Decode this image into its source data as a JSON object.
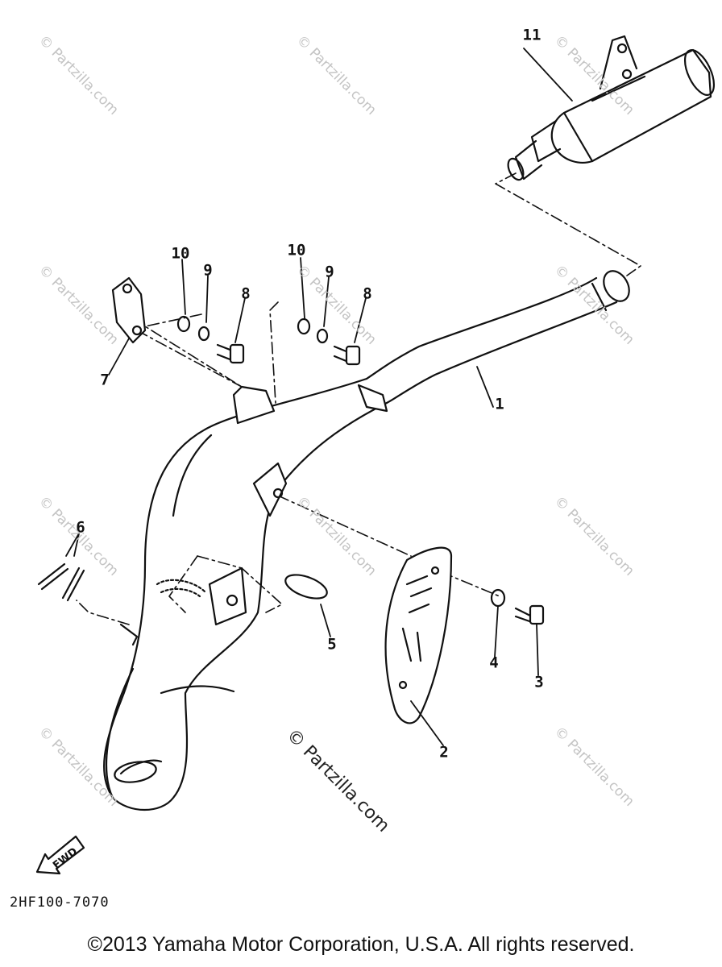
{
  "diagram": {
    "parts": [
      {
        "number": "1",
        "name": "exhaust-pipe"
      },
      {
        "number": "2",
        "name": "protector"
      },
      {
        "number": "3",
        "name": "bolt"
      },
      {
        "number": "4",
        "name": "washer"
      },
      {
        "number": "5",
        "name": "gasket"
      },
      {
        "number": "6",
        "name": "springs"
      },
      {
        "number": "7",
        "name": "bracket"
      },
      {
        "number": "8",
        "name": "bolt-left"
      },
      {
        "number": "8",
        "name": "bolt-right"
      },
      {
        "number": "9",
        "name": "washer-left"
      },
      {
        "number": "9",
        "name": "washer-right"
      },
      {
        "number": "10",
        "name": "nut-left"
      },
      {
        "number": "10",
        "name": "nut-right"
      },
      {
        "number": "11",
        "name": "silencer"
      }
    ],
    "fwd_label": "FWD",
    "diagram_code": "2HF100-7070",
    "watermark": "© Partzilla.com",
    "copyright": "©2013 Yamaha Motor Corporation, U.S.A. All rights reserved."
  }
}
